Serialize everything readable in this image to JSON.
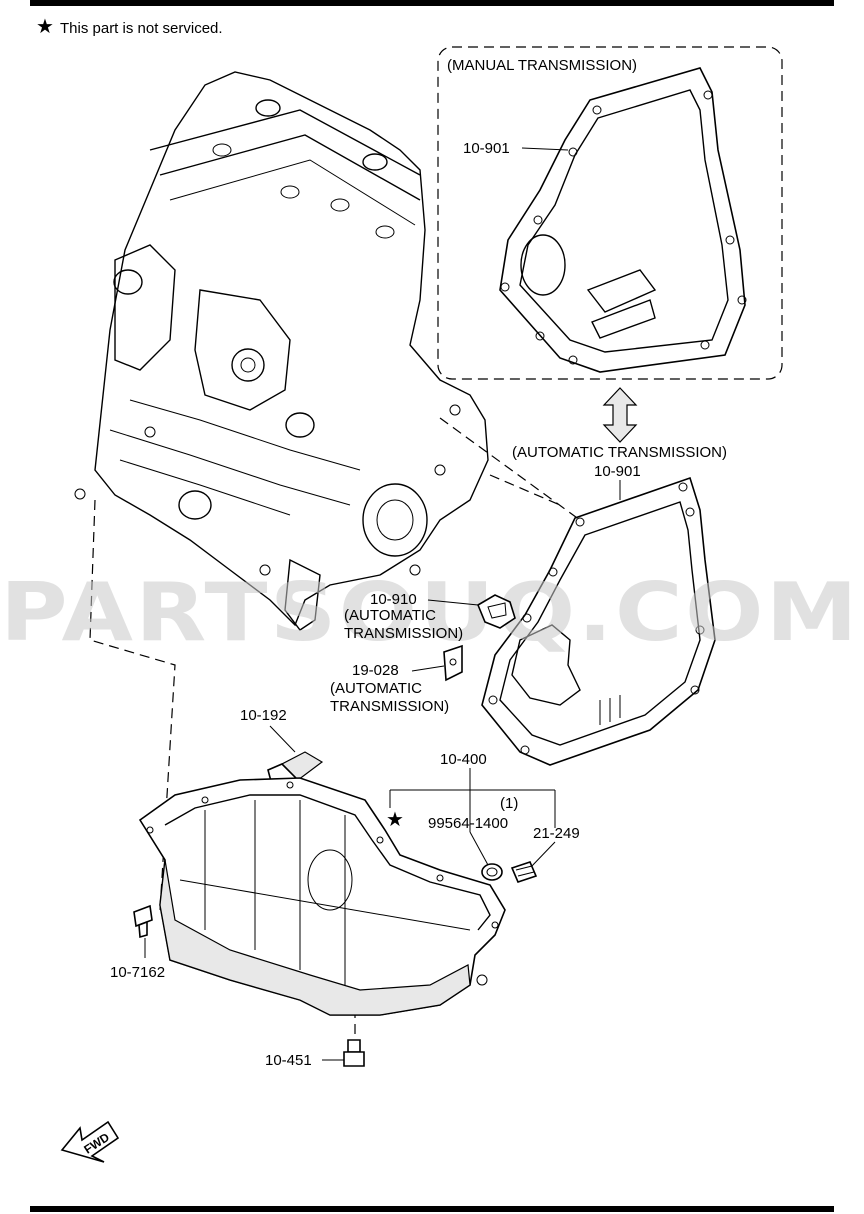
{
  "note": {
    "symbol": "★",
    "text": "This part is not serviced."
  },
  "callouts": {
    "manual_transmission": "(MANUAL TRANSMISSION)",
    "gasket_manual_part": "10-901",
    "automatic_transmission": "(AUTOMATIC TRANSMISSION)",
    "gasket_auto_part": "10-901",
    "plate_part": "10-910",
    "plate_note_line1": "(AUTOMATIC",
    "plate_note_line2": "TRANSMISSION)",
    "bracket_part": "19-028",
    "bracket_note_line1": "(AUTOMATIC",
    "bracket_note_line2": "TRANSMISSION)",
    "dipstick_part": "10-192",
    "oil_pan_part": "10-400",
    "washer_qty": "(1)",
    "washer_part": "99564-1400",
    "drain_plug_part": "21-249",
    "bolt_part": "10-7162",
    "stud_part": "10-451",
    "not_serviced_symbol": "★",
    "fwd": "FWD"
  },
  "watermark": "PARTSOUQ.COM"
}
